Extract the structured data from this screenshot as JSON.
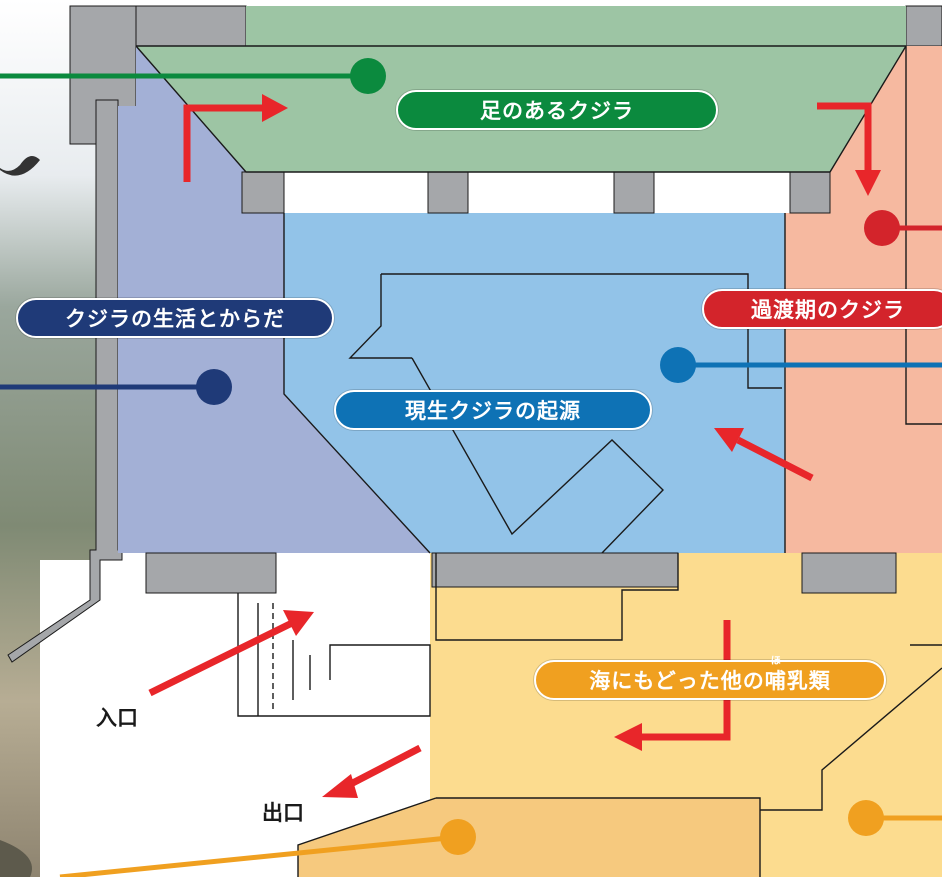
{
  "zones": [
    {
      "id": "legged",
      "label": "足のあるクジラ",
      "color": "#0b8a3e",
      "fill": "#9dc5a4"
    },
    {
      "id": "life",
      "label": "クジラの生活とからだ",
      "color": "#1f3a78",
      "fill": "#a3b0d6"
    },
    {
      "id": "transition",
      "label": "過渡期のクジラ",
      "color": "#d3242b",
      "fill": "#f6b9a0"
    },
    {
      "id": "origin",
      "label": "現生クジラの起源",
      "color": "#0e72b5",
      "fill": "#92c3e8"
    },
    {
      "id": "marine_mammals",
      "label_before": "海にもどった他の",
      "label_ruby_base": "哺",
      "label_ruby": "ほ",
      "label_after": "乳類",
      "color": "#f0a020",
      "fill": "#fcdc8f"
    }
  ],
  "entrance_label": "入口",
  "exit_label": "出口",
  "colors": {
    "wall": "#a5a7aa",
    "arrow": "#e8262a",
    "outline": "#1a1a1a",
    "lower_hall_fill": "#f6c97e"
  }
}
